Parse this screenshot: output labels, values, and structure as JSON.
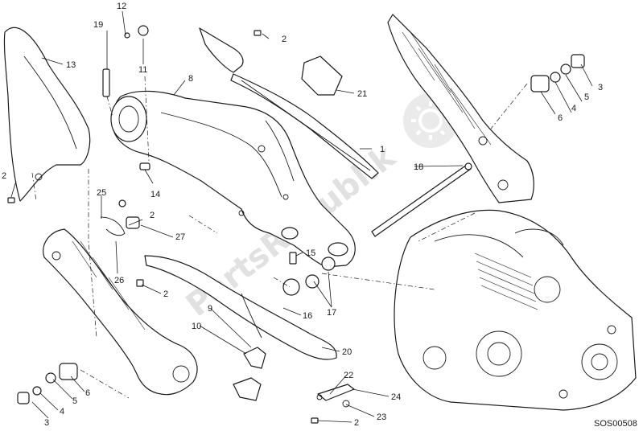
{
  "diagram": {
    "callouts": [
      {
        "id": "c1",
        "text": "1"
      },
      {
        "id": "c2a",
        "text": "2"
      },
      {
        "id": "c2b",
        "text": "2"
      },
      {
        "id": "c2c",
        "text": "2"
      },
      {
        "id": "c2d",
        "text": "2"
      },
      {
        "id": "c2e",
        "text": "2"
      },
      {
        "id": "c3a",
        "text": "3"
      },
      {
        "id": "c3b",
        "text": "3"
      },
      {
        "id": "c4a",
        "text": "4"
      },
      {
        "id": "c4b",
        "text": "4"
      },
      {
        "id": "c5a",
        "text": "5"
      },
      {
        "id": "c5b",
        "text": "5"
      },
      {
        "id": "c6a",
        "text": "6"
      },
      {
        "id": "c6b",
        "text": "6"
      },
      {
        "id": "c8",
        "text": "8"
      },
      {
        "id": "c9",
        "text": "9"
      },
      {
        "id": "c10",
        "text": "10"
      },
      {
        "id": "c11",
        "text": "11"
      },
      {
        "id": "c12",
        "text": "12"
      },
      {
        "id": "c13",
        "text": "13"
      },
      {
        "id": "c14",
        "text": "14"
      },
      {
        "id": "c15",
        "text": "15"
      },
      {
        "id": "c16",
        "text": "16"
      },
      {
        "id": "c17",
        "text": "17"
      },
      {
        "id": "c18",
        "text": "18"
      },
      {
        "id": "c19",
        "text": "19"
      },
      {
        "id": "c20",
        "text": "20"
      },
      {
        "id": "c21",
        "text": "21"
      },
      {
        "id": "c22",
        "text": "22"
      },
      {
        "id": "c23",
        "text": "23"
      },
      {
        "id": "c24",
        "text": "24"
      },
      {
        "id": "c25",
        "text": "25"
      },
      {
        "id": "c26",
        "text": "26"
      },
      {
        "id": "c27",
        "text": "27"
      }
    ],
    "drawing_code": "SOS00508",
    "watermark": "PartsRepublik"
  },
  "colors": {
    "line": "#1a1a1a",
    "background": "#ffffff",
    "watermark": "#c9c9c9"
  },
  "icons": [
    "gear-icon"
  ]
}
